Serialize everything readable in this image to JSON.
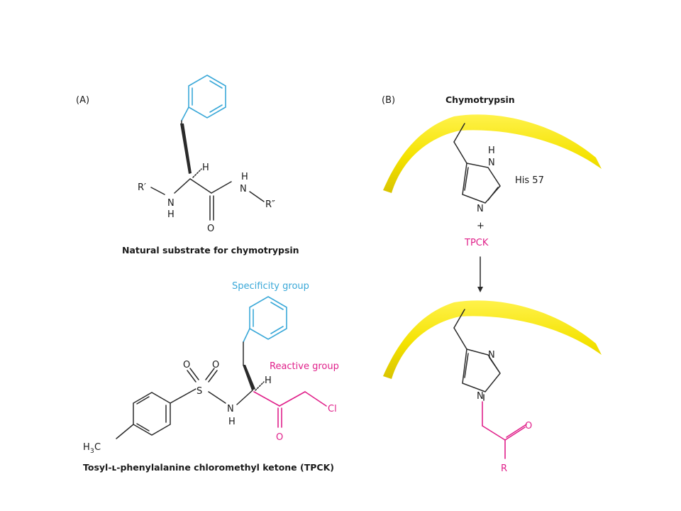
{
  "panel_a": {
    "label": "(A)",
    "substrate": {
      "h_label": "H",
      "r_prime": "R′",
      "n_left": "N",
      "h_under_n": "H",
      "h_over_n": "H",
      "n_right": "N",
      "r_double_prime": "R″",
      "o_label": "O",
      "caption": "Natural substrate for chymotrypsin"
    },
    "tpck": {
      "specificity_label": "Specificity group",
      "reactive_label": "Reactive group",
      "o1": "O",
      "o2": "O",
      "s_label": "S",
      "n_label": "N",
      "h_under_n": "H",
      "h_alpha": "H",
      "o_keto": "O",
      "cl_label": "Cl",
      "h3c_h": "H",
      "h3c_sub": "3",
      "h3c_c": "C",
      "caption": "Tosyl-ʟ-phenylalanine chloromethyl ketone (TPCK)"
    }
  },
  "panel_b": {
    "label": "(B)",
    "enzyme_label": "Chymotrypsin",
    "his_label": "His 57",
    "ring_h": "H",
    "ring_n_top": "N",
    "ring_n_bottom": "N",
    "plus": "+",
    "reagent": "TPCK",
    "product_n_top": "N",
    "product_n_bottom": "N",
    "product_o": "O",
    "product_r": "R"
  },
  "colors": {
    "specificity": "#3aa8d8",
    "reactive": "#e0208a",
    "enzyme": "#f2e200",
    "bond": "#2a2a2a"
  }
}
